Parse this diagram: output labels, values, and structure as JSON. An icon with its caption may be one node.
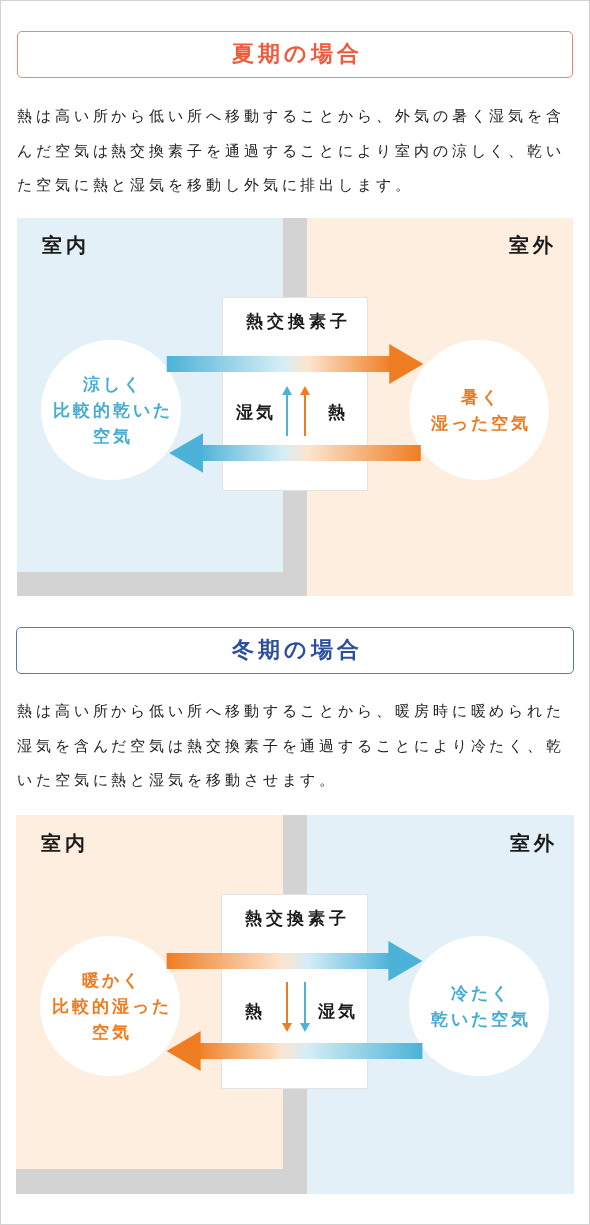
{
  "diagram": {
    "nodes": [
      {
        "text": [
          "夏期の場合"
        ]
      },
      {
        "text": [
          "室内"
        ]
      },
      {
        "text": [
          "室外"
        ]
      },
      {
        "text": [
          "熱交換素子",
          "湿気",
          "熱"
        ]
      },
      {
        "text": [
          "涼しく比較的乾いた空気"
        ],
        "in": 1
      },
      {
        "text": [
          "暑く湿った空気"
        ],
        "in": 2
      },
      {
        "text": [
          "冬期の場合"
        ]
      },
      {
        "text": [
          "室内"
        ]
      },
      {
        "text": [
          "室外"
        ]
      },
      {
        "text": [
          "熱交換素子",
          "熱",
          "湿気"
        ]
      },
      {
        "text": [
          "暖かく比較的湿った空気"
        ],
        "in": 7
      },
      {
        "text": [
          "冷たく乾いた空気"
        ],
        "in": 8
      }
    ],
    "edges": [
      {
        "from": 4,
        "to": 3,
        "arrow": "none"
      },
      {
        "from": 3,
        "to": 5,
        "arrow": "to"
      },
      {
        "from": 5,
        "to": 3,
        "arrow": "none"
      },
      {
        "from": 3,
        "to": 4,
        "arrow": "to"
      },
      {
        "from": 10,
        "to": 9,
        "arrow": "none"
      },
      {
        "from": 9,
        "to": 11,
        "arrow": "to"
      },
      {
        "from": 11,
        "to": 9,
        "arrow": "none"
      },
      {
        "from": 9,
        "to": 10,
        "arrow": "to"
      }
    ],
    "labels": [
      "熱は高い所から低い所へ移動することから、外気の暑く湿気を含んだ空気は熱交換素子を通過することにより室内の涼しく、乾いた空気に熱と湿気を移動し外気に排出します。",
      "熱は高い所から低い所へ移動することから、暖房時に暖められた湿気を含んだ空気は熱交換素子を通過することにより冷たく、乾いた空気に熱と湿気を移動させます。"
    ]
  }
}
